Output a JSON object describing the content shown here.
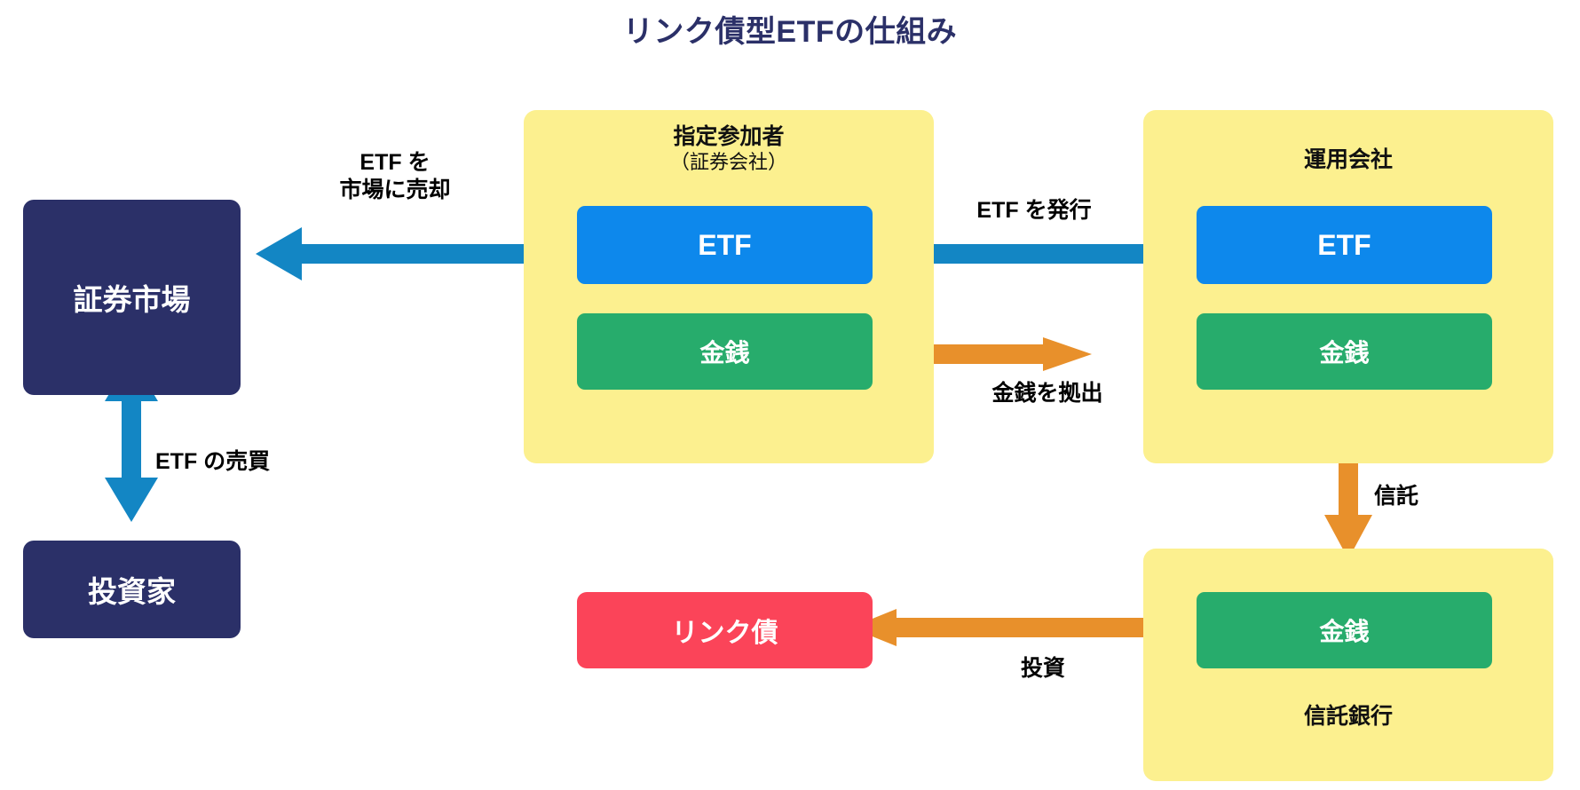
{
  "diagram": {
    "title": "リンク債型ETFの仕組み",
    "colors": {
      "title": "#2b3068",
      "navy": "#2b3068",
      "yellow": "#fcf08f",
      "blue": "#0d88ec",
      "blue_arrow": "#1386c4",
      "green": "#27ac6c",
      "red": "#fb4459",
      "orange": "#e8902b",
      "text_dark": "#000000",
      "text_light": "#ffffff"
    },
    "nodes": {
      "securities_market": "証券市場",
      "investor": "投資家",
      "designated_participant_title": "指定参加者",
      "designated_participant_subtitle": "（証券会社）",
      "management_company": "運用会社",
      "trust_bank": "信託銀行",
      "ap_etf": "ETF",
      "ap_cash": "金銭",
      "mc_etf": "ETF",
      "mc_cash": "金銭",
      "tb_cash": "金銭",
      "linked_bond": "リンク債"
    },
    "edges": {
      "sell_etf_to_market": "ETF を\n市場に売却",
      "etf_trading": "ETF の売買",
      "issue_etf": "ETF を発行",
      "contribute_cash": "金銭を拠出",
      "trust": "信託",
      "invest": "投資"
    }
  }
}
